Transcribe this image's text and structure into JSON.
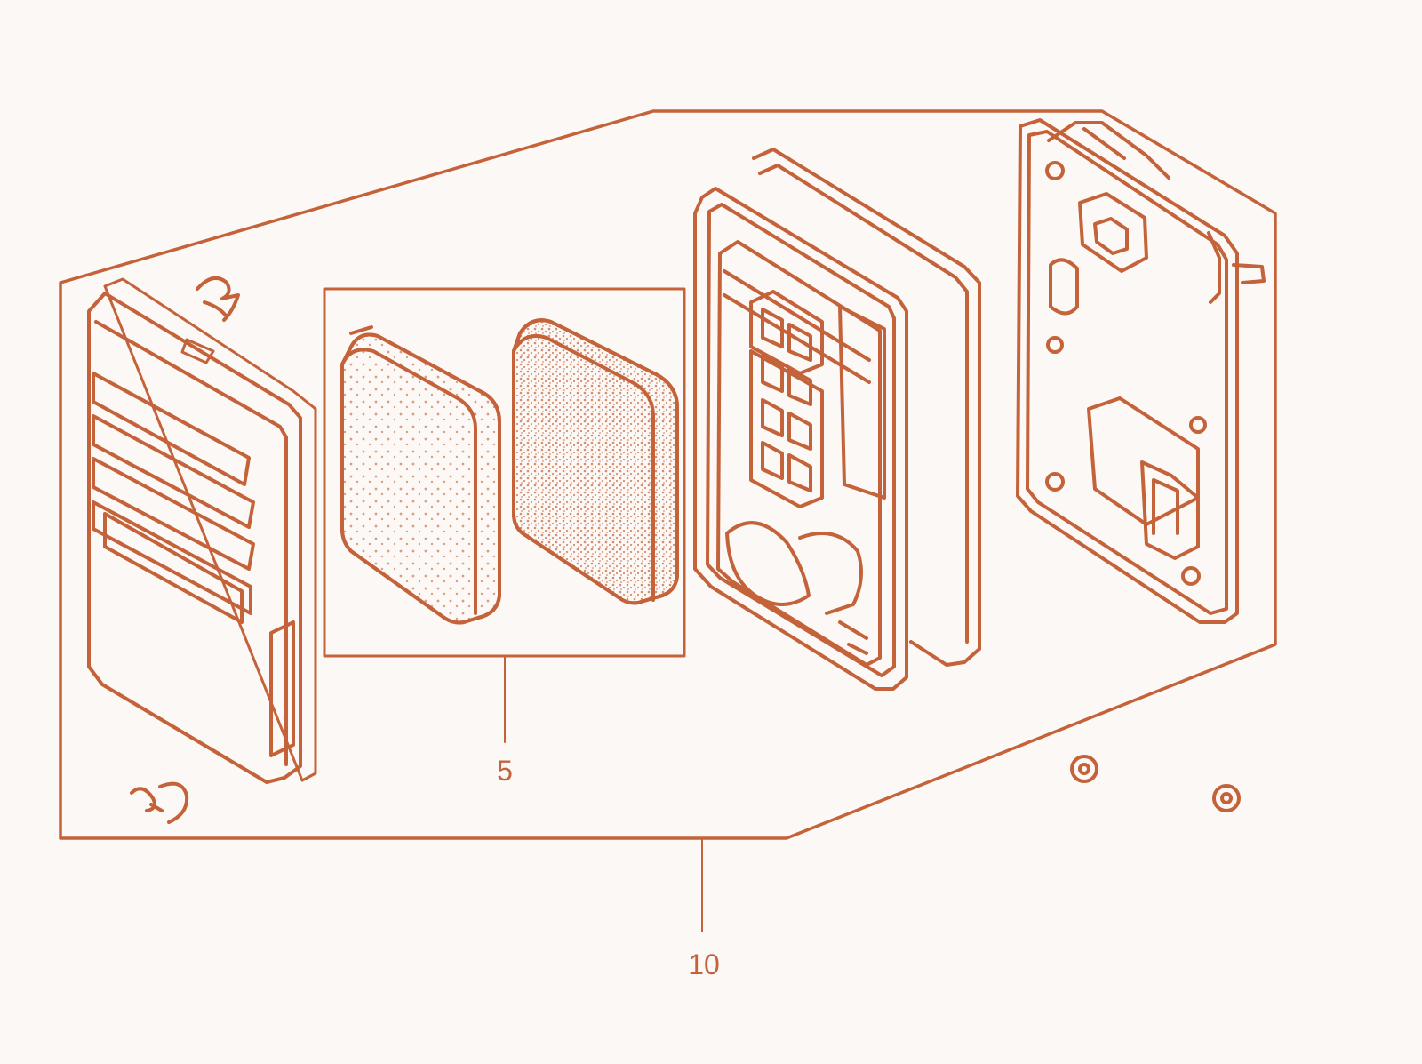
{
  "diagram": {
    "type": "exploded-parts-diagram",
    "line_color": "#c4623a",
    "background": "#fbf8f5",
    "callouts": [
      {
        "id": "filter-elements",
        "label": "5"
      },
      {
        "id": "air-cleaner-assembly",
        "label": "10"
      }
    ],
    "parts": [
      {
        "icon": "cover-icon"
      },
      {
        "icon": "clip-icon"
      },
      {
        "icon": "clip-icon"
      },
      {
        "icon": "foam-filter-icon"
      },
      {
        "icon": "paper-filter-icon"
      },
      {
        "icon": "filter-housing-icon"
      },
      {
        "icon": "base-plate-icon"
      },
      {
        "icon": "nut-icon"
      },
      {
        "icon": "nut-icon"
      }
    ]
  }
}
